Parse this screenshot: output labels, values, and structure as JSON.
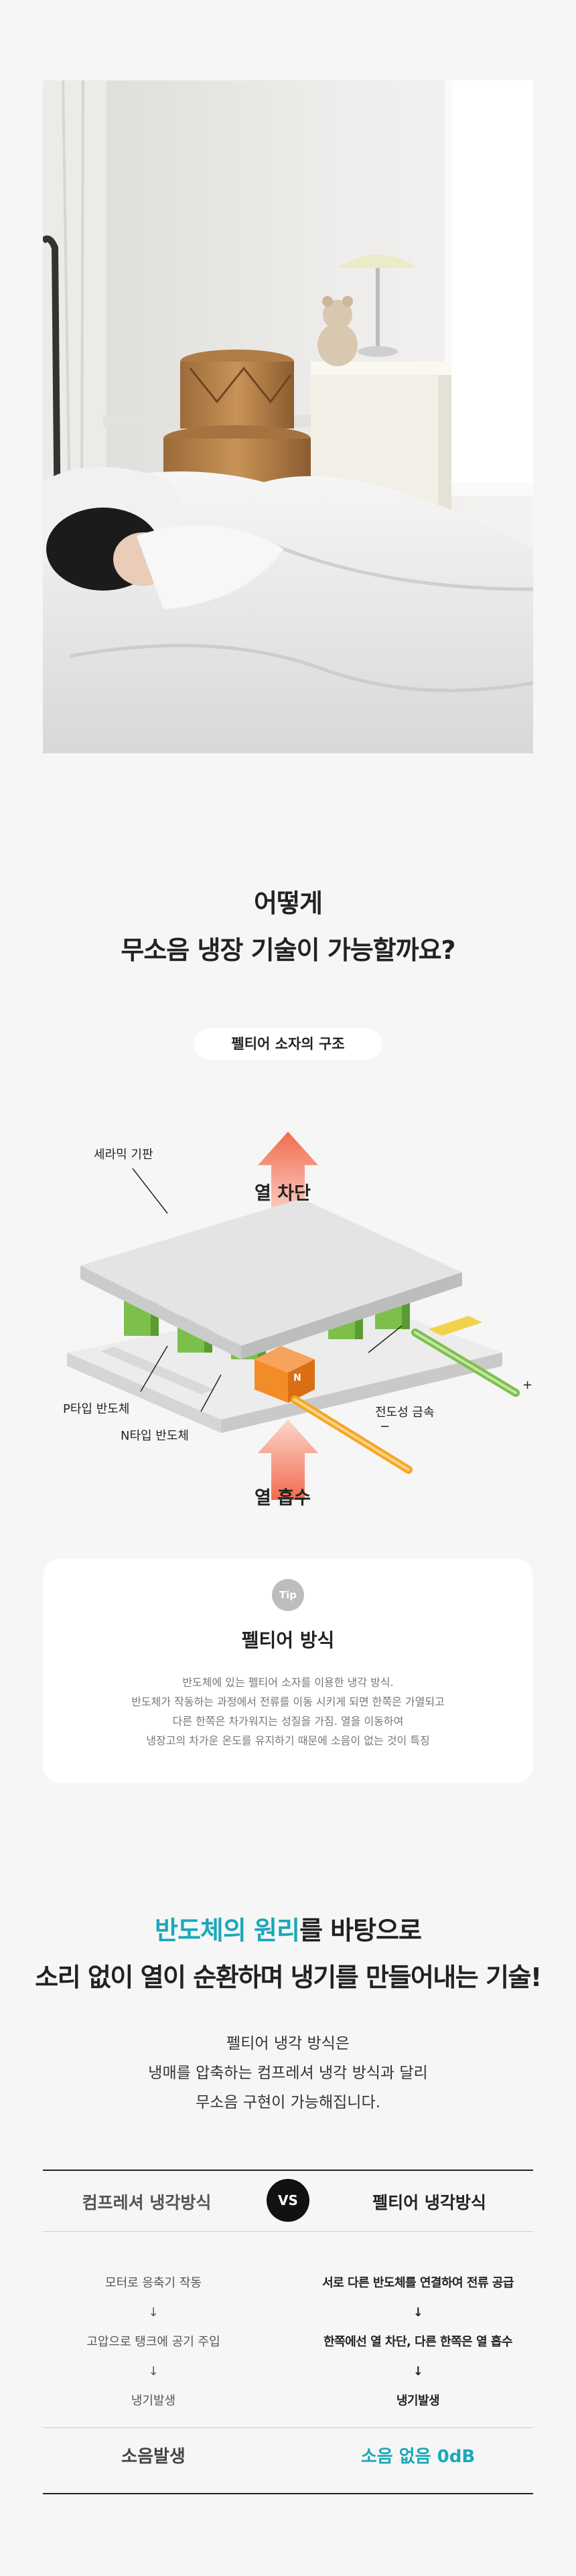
{
  "question": {
    "line1": "어떻게",
    "line2": "무소음 냉장 기술이 가능할까요?"
  },
  "structure_pill": "펠티어 소자의 구조",
  "diagram": {
    "ceramic_label": "세라믹 기판",
    "heat_block": "열 차단",
    "p_type": "P타입 반도체",
    "n_type": "N타입 반도체",
    "conductive_metal": "전도성 금속",
    "heat_absorb": "열 흡수",
    "plus_sign": "+",
    "minus_sign": "−",
    "n_marker": "N",
    "colors": {
      "arrow": "#f26c4f",
      "p_block": "#7cc04b",
      "n_block": "#f28c28",
      "plate": "#e4e4e4"
    }
  },
  "tip": {
    "badge": "Tip",
    "title": "펠티어 방식",
    "lines": [
      "반도체에 있는 펠티어 소자를 이용한 냉각 방식.",
      "반도체가 작동하는 과정에서 전류를 이동 시키게 되면 한쪽은 가열되고",
      "다른 한쪽은 차가워지는 성질을 가짐. 열을 이동하여",
      "냉장고의 차가운 온도를 유지하기 때문에 소음이 없는 것이 특징"
    ]
  },
  "principle": {
    "accent": "반도체의 원리",
    "line1_rest": "를 바탕으로",
    "line2": "소리 없이 열이 순환하며 냉기를 만들어내는 기술!",
    "desc": [
      "펠티어 냉각 방식은",
      "냉매를 압축하는 컴프레셔 냉각 방식과 달리",
      "무소음 구현이 가능해집니다."
    ],
    "accent_color": "#1aa8b8"
  },
  "comparison": {
    "left_title": "컴프레셔 냉각방식",
    "vs": "VS",
    "right_title": "펠티어  냉각방식",
    "left_steps": [
      "모터로 응축기 작동",
      "↓",
      "고압으로 탱크에 공기 주입",
      "↓",
      "냉기발생"
    ],
    "right_steps": [
      "서로 다른 반도체를 연결하여 전류 공급",
      "↓",
      "한쪽에선 열 차단, 다른 한쪽은 열 흡수",
      "↓",
      "냉기발생"
    ],
    "left_result": "소음발생",
    "right_result": "소음 없음 0dB"
  }
}
